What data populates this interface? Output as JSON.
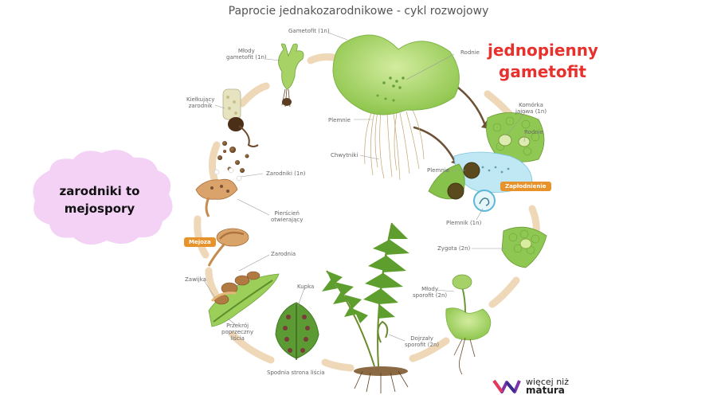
{
  "title": "Paprocie jednakozarodnikowe - cykl rozwojowy",
  "annotations": {
    "red_note": [
      "jednopienny",
      "gametofit"
    ],
    "cloud_note": [
      "zarodniki to",
      "mejospory"
    ]
  },
  "labels": {
    "gametofit": "Gametofit (1n)",
    "mlody_gametofit": [
      "Młody",
      "gametofit (1n)"
    ],
    "rodnie_top": "Rodnie",
    "kielkujacy": [
      "Kiełkujący",
      "zarodnik"
    ],
    "plemnie_left": "Plemnie",
    "chwytniki": "Chwytniki",
    "komorka": [
      "Komórka",
      "jajowa (1n)"
    ],
    "rodnie_right": "Rodnie",
    "plemnie_right": "Plemnie",
    "zarodniki": "Zarodniki (1n)",
    "zaplodnienie": "Zapłodnienie",
    "pierscien": [
      "Pierścień",
      "otwierający"
    ],
    "plemnik": "Plemnik (1n)",
    "mejoza": "Mejoza",
    "zarodnia": "Zarodnia",
    "zygota": "Zygota (2n)",
    "zawijka": "Zawijka",
    "kupka": "Kupka",
    "mlody_sporofit": [
      "Młody",
      "sporofit (2n)"
    ],
    "przekroj": [
      "Przekrój",
      "poprzeczny",
      "liścia"
    ],
    "dojrzaly": [
      "Dojrzały",
      "sporofit (2n)"
    ],
    "spodnia": "Spodnia strona liścia"
  },
  "logo": {
    "line1": "więcej niż",
    "line2": "matura"
  },
  "colors": {
    "red_note": "#e8302c",
    "cloud": "#f3d2f6",
    "badge": "#e8922b",
    "cycle_arrow": "#f0dcc0",
    "plant_green": "#8cc84b",
    "plant_light": "#c9e69a"
  }
}
